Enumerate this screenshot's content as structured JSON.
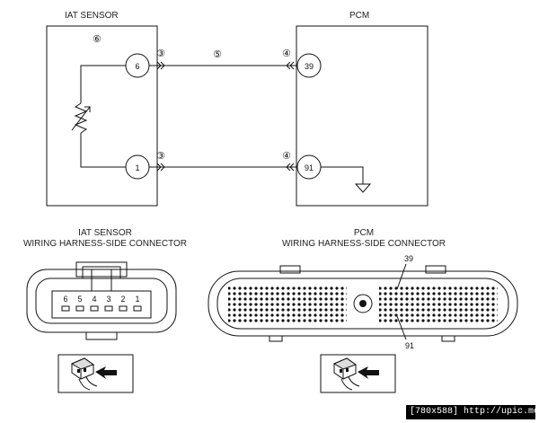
{
  "labels": {
    "iat_sensor": "IAT SENSOR",
    "pcm": "PCM",
    "iat_connector_title_1": "IAT SENSOR",
    "iat_connector_title_2": "WIRING HARNESS-SIDE CONNECTOR",
    "pcm_connector_title_1": "PCM",
    "pcm_connector_title_2": "WIRING HARNESS-SIDE CONNECTOR"
  },
  "markers": {
    "component": "⑥",
    "terminal_a": "③",
    "terminal_b": "③",
    "wire": "⑤",
    "pcm_a": "④",
    "pcm_b": "④"
  },
  "terminals": {
    "iat_top": "6",
    "iat_bottom": "1",
    "pcm_top": "39",
    "pcm_bottom": "91"
  },
  "iat_connector_pins": [
    "6",
    "5",
    "4",
    "3",
    "2",
    "1"
  ],
  "pcm_connector_callouts": {
    "top": "39",
    "bottom": "91"
  },
  "footer": "[780x588] http://upic.me/"
}
